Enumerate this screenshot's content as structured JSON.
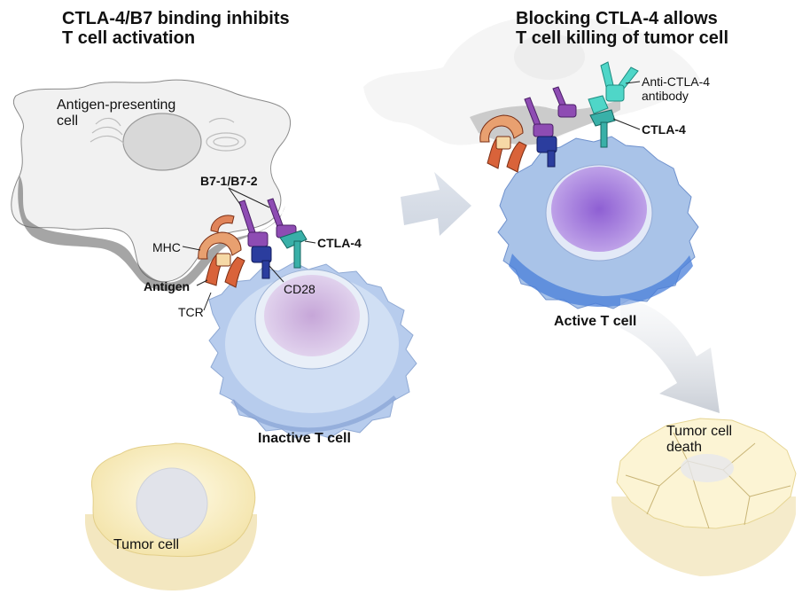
{
  "panels": {
    "left_title_line1": "CTLA-4/B7 binding inhibits",
    "left_title_line2": "T cell activation",
    "right_title_line1": "Blocking CTLA-4 allows",
    "right_title_line2": "T cell killing of tumor cell"
  },
  "left_labels": {
    "apc_line1": "Antigen-presenting",
    "apc_line2": "cell",
    "b7": "B7-1/B7-2",
    "mhc": "MHC",
    "ctla4": "CTLA-4",
    "antigen": "Antigen",
    "cd28": "CD28",
    "tcr": "TCR",
    "inactive_t_cell": "Inactive T cell",
    "tumor_cell": "Tumor cell"
  },
  "right_labels": {
    "antibody_line1": "Anti-CTLA-4",
    "antibody_line2": "antibody",
    "ctla4": "CTLA-4",
    "active_t_cell": "Active T cell",
    "tumor_death_line1": "Tumor cell",
    "tumor_death_line2": "death"
  },
  "colors": {
    "tcr": "#d9633a",
    "mhc": "#e8a070",
    "cd28": "#2b3d9e",
    "b7": "#8e4cb3",
    "ctla4": "#39b0a8",
    "antibody": "#4fd6c8",
    "t_cell": "#a9c3e8",
    "nucleus_inactive": "#c9a9d6",
    "nucleus_active": "#9a70d6",
    "tumor": "#fbf1c9",
    "apc": "#efefef"
  }
}
